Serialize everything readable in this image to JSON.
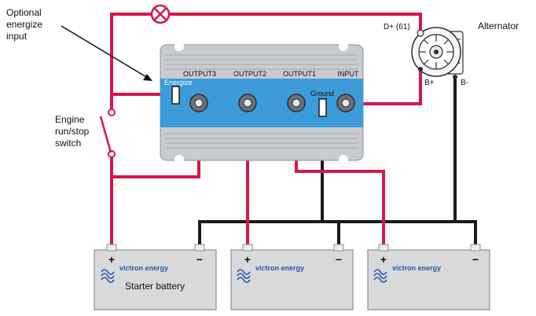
{
  "labels": {
    "optional_energize_line1": "Optional",
    "optional_energize_line2": "energize",
    "optional_energize_line3": "input",
    "engine_switch_line1": "Engine",
    "engine_switch_line2": "run/stop",
    "engine_switch_line3": "switch",
    "alternator": "Alternator",
    "d_plus": "D+ (61)",
    "b_plus": "B+",
    "b_minus": "B-"
  },
  "isolator": {
    "output3": "OUTPUT3",
    "output2": "OUTPUT2",
    "output1": "OUTPUT1",
    "input": "INPUT",
    "energize": "Energize",
    "ground": "Ground"
  },
  "batteries": [
    {
      "brand": "victron energy",
      "caption": "Starter battery",
      "plus": "+",
      "minus": "−"
    },
    {
      "brand": "victron energy",
      "caption": "",
      "plus": "+",
      "minus": "−"
    },
    {
      "brand": "victron energy",
      "caption": "",
      "plus": "+",
      "minus": "−"
    }
  ],
  "colors": {
    "positive_wire": "#d5174a",
    "negative_wire": "#1a1a1a",
    "isolator_blue": "#3c9bd8",
    "isolator_grey": "#c9cccf",
    "battery_grey": "#d7d9db",
    "brand_blue": "#2a56a8"
  }
}
